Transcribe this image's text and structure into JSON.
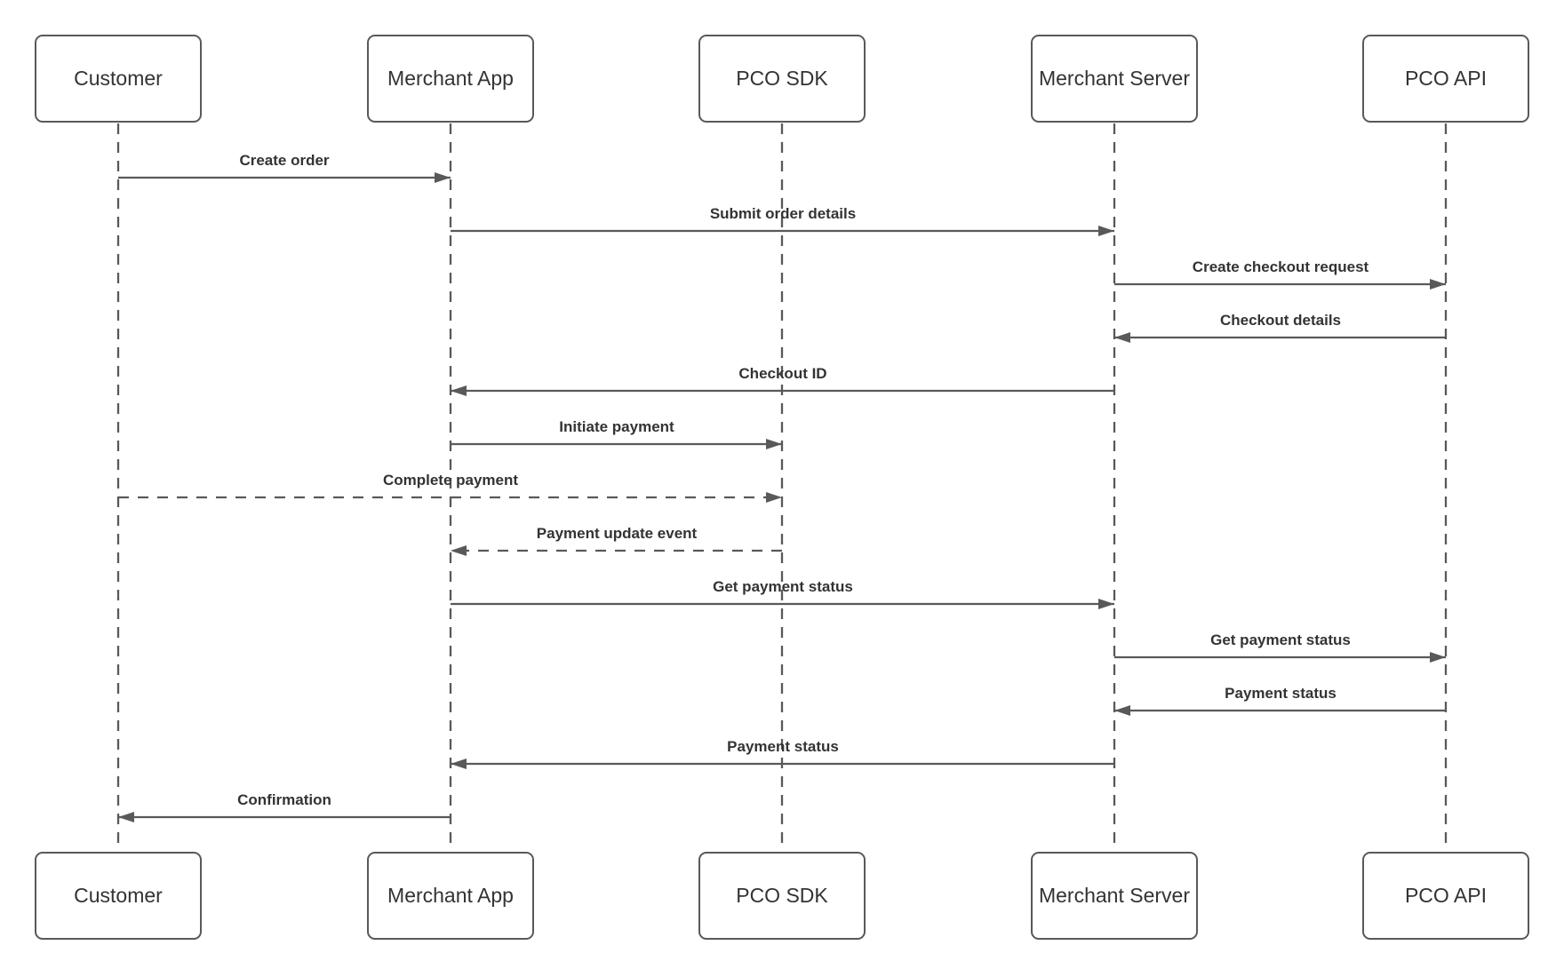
{
  "diagram": {
    "type": "uml-sequence",
    "background_color": "#ffffff",
    "stroke_color": "#595959",
    "text_color": "#333333",
    "actors": [
      {
        "label": "Customer"
      },
      {
        "label": "Merchant App"
      },
      {
        "label": "PCO SDK"
      },
      {
        "label": "Merchant Server"
      },
      {
        "label": "PCO API"
      }
    ],
    "messages": [
      {
        "label": "Create order",
        "from": "Customer",
        "to": "Merchant App",
        "line": "solid"
      },
      {
        "label": "Submit order details",
        "from": "Merchant App",
        "to": "Merchant Server",
        "line": "solid"
      },
      {
        "label": "Create checkout request",
        "from": "Merchant Server",
        "to": "PCO API",
        "line": "solid"
      },
      {
        "label": "Checkout details",
        "from": "PCO API",
        "to": "Merchant Server",
        "line": "solid"
      },
      {
        "label": "Checkout ID",
        "from": "Merchant Server",
        "to": "Merchant App",
        "line": "solid"
      },
      {
        "label": "Initiate payment",
        "from": "Merchant App",
        "to": "PCO SDK",
        "line": "solid"
      },
      {
        "label": "Complete payment",
        "from": "Customer",
        "to": "PCO SDK",
        "line": "dashed"
      },
      {
        "label": "Payment update event",
        "from": "PCO SDK",
        "to": "Merchant App",
        "line": "dashed"
      },
      {
        "label": "Get payment status",
        "from": "Merchant App",
        "to": "Merchant Server",
        "line": "solid"
      },
      {
        "label": "Get payment status",
        "from": "Merchant Server",
        "to": "PCO API",
        "line": "solid"
      },
      {
        "label": "Payment status",
        "from": "PCO API",
        "to": "Merchant Server",
        "line": "solid"
      },
      {
        "label": "Payment status",
        "from": "Merchant Server",
        "to": "Merchant App",
        "line": "solid"
      },
      {
        "label": "Confirmation",
        "from": "Merchant App",
        "to": "Customer",
        "line": "solid"
      }
    ]
  }
}
